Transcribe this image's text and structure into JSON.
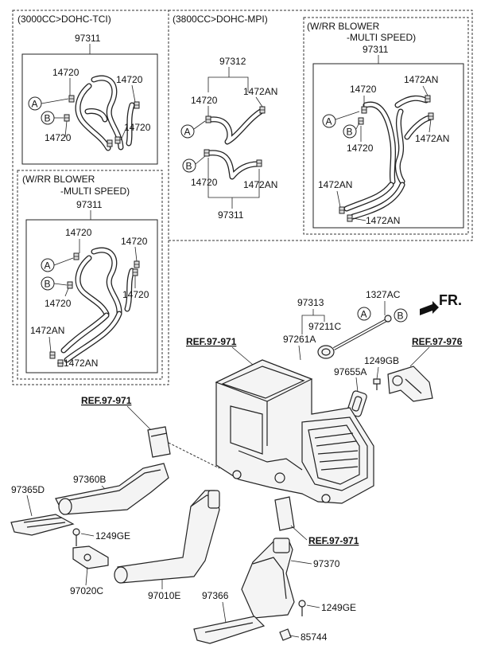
{
  "sections": {
    "tci_header": "(3000CC>DOHC-TCI)",
    "mpi_header": "(3800CC>DOHC-MPI)",
    "rr_blower_line1": "(W/RR BLOWER",
    "rr_blower_line2": "-MULTI SPEED)"
  },
  "parts": {
    "p97311": "97311",
    "p97312": "97312",
    "p14720": "14720",
    "p1472AN": "1472AN",
    "p97313": "97313",
    "p1327AC": "1327AC",
    "p97211C": "97211C",
    "p97261A": "97261A",
    "p1249GB": "1249GB",
    "p97655A": "97655A",
    "p97360B": "97360B",
    "p97365D": "97365D",
    "p1249GE": "1249GE",
    "p97020C": "97020C",
    "p97010E": "97010E",
    "p97370": "97370",
    "p97366": "97366",
    "p85744": "85744"
  },
  "refs": {
    "r971": "REF.97-971",
    "r976": "REF.97-976"
  },
  "markers": {
    "a": "A",
    "b": "B"
  },
  "direction": "FR."
}
